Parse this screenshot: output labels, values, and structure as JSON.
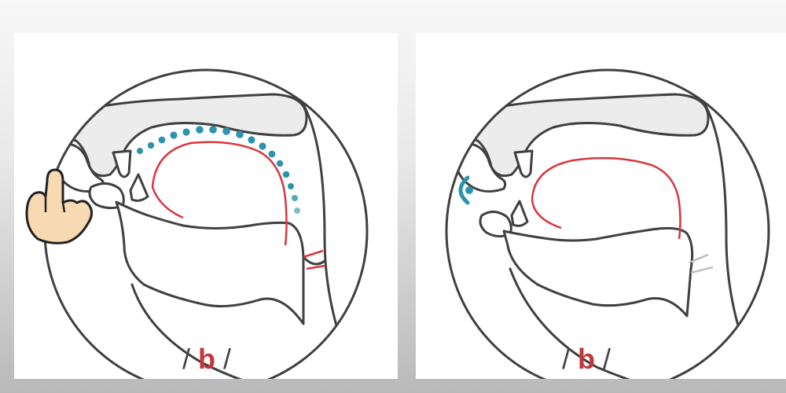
{
  "colors": {
    "outline": "#404040",
    "fill": "#ececec",
    "white": "#ffffff",
    "red": "#d9363e",
    "teal": "#2b93ad",
    "hand_fill": "#f7d9b2",
    "hand_outline": "#222222",
    "gray_line": "#bdbdbd"
  },
  "panels": [
    {
      "name": "left",
      "phoneme": {
        "open": "/",
        "letter": "b",
        "close": "/"
      },
      "icons": [
        "hand-pointing-icon",
        "airflow-dots-icon"
      ]
    },
    {
      "name": "right",
      "phoneme": {
        "open": "/",
        "letter": "b",
        "close": "/"
      },
      "icons": [
        "sound-wave-icon"
      ]
    }
  ]
}
